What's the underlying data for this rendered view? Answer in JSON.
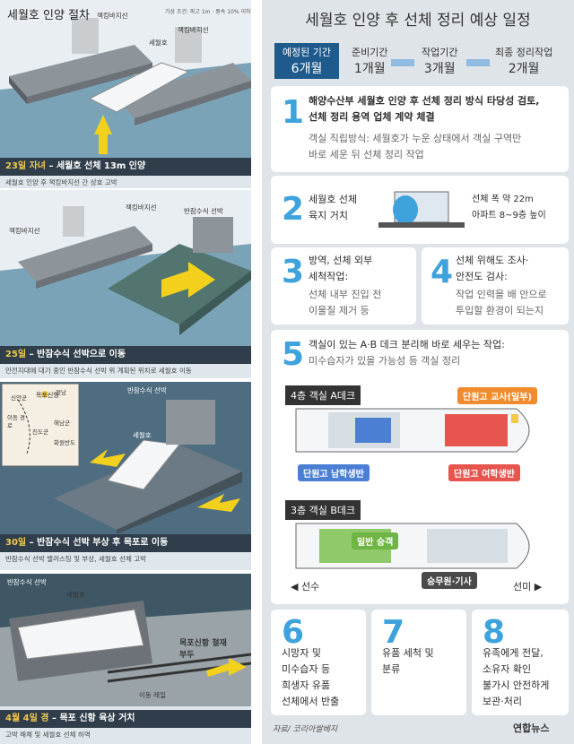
{
  "left": {
    "panel1_title": "세월호 인양 절차",
    "panel1_weather": "기상 조건: 파고 1m · 풍속 10% 이하",
    "label_jack_barge": "잭킹바지선",
    "label_sewol": "세월호",
    "caption1_date": "23일 자녀",
    "caption1_text": " – 세월호 선체 13m 인양",
    "sub1": "세월호 인양 후 잭킹바지선 간 상호 고박",
    "label_jack_barge2": "잭킹바지선",
    "label_semi": "반잠수식 선박",
    "caption2_date": "25일",
    "caption2_text": " – 반잠수식 선박으로 이동",
    "sub2": "안전지대에 대기 중인 반잠수식 선박 위 계획된 위치로 세월호 이동",
    "map_labels": [
      "이동 경로",
      "목포신항",
      "진도군",
      "해남군",
      "전남",
      "신안군",
      "화원반도"
    ],
    "label_semi2": "반잠수식 선박",
    "label_sewol3": "세월호",
    "caption3_date": "30일",
    "caption3_text": " – 반잠수식 선박 부상 후 목포로 이동",
    "sub3": "반잠수식 선박 밸러스팅 및 부상, 세월호 선체 고박",
    "label_semi3": "반잠수식 선박",
    "label_sewol4": "세월호",
    "label_port": "목포신항 철재부두",
    "label_rail": "이동 레일",
    "caption4_date": "4월 4일 경",
    "caption4_text": " – 목포 신항 육상 거치",
    "sub4": "고박 해체 및 세월호 선체 하역"
  },
  "right": {
    "title": "세월호 인양 후 선체 정리 예상 일정",
    "timeline": {
      "expected": "예정된 기간",
      "expected_val": "6개월",
      "prep": "준비기간",
      "prep_val": "1개월",
      "work": "작업기간",
      "work_val": "3개월",
      "final": "최종 정리작업",
      "final_val": "2개월"
    },
    "s1": {
      "num": "1",
      "t1": "해양수산부 세월호 인양 후 선체 정리 방식 타당성 검토,",
      "t2": "선체 정리 용역 업체 계약 체결",
      "g1": "객실 직립방식: 세월호가 누운 상태에서 객실 구역만",
      "g2": "바로 세운 뒤 선체 정리 작업"
    },
    "s2": {
      "num": "2",
      "t1": "세월호 선체",
      "t2": "육지 거치",
      "n1": "선체 폭 약 22m",
      "n2": "아파트 8~9층 높이"
    },
    "s3": {
      "num": "3",
      "t1": "방역, 선체 외부",
      "t2": "세척작업:",
      "g1": "선체 내부 진입 전",
      "g2": "이물질 제거 등"
    },
    "s4": {
      "num": "4",
      "t1": "선체 위해도 조사·",
      "t2": "안전도 검사:",
      "g1": "작업 인력을 배 안으로",
      "g2": "투입할 환경이 되는지"
    },
    "s5": {
      "num": "5",
      "t1": "객실이 있는 A·B 데크 분리해 바로 세우는 작업:",
      "g1": "미수습자가 있을 가능성 등 객실 정리",
      "deck4": "4층 객실 A데크",
      "teacher": "단원고 교사(일부)",
      "boys": "단원고 남학생반",
      "girls": "단원고 여학생반",
      "deck3": "3층 객실 B데크",
      "general": "일반 승객",
      "crew": "승무원·기사",
      "bow": "선수",
      "stern": "선미"
    },
    "s6": {
      "num": "6",
      "l1": "시망자 및",
      "l2": "미수습자 등",
      "l3": "희생자 유품",
      "l4": "선체에서 반출"
    },
    "s7": {
      "num": "7",
      "l1": "유품 세척 및",
      "l2": "분류"
    },
    "s8": {
      "num": "8",
      "l1": "유족에게 전달,",
      "l2": "소유자 확인",
      "l3": "불가시 안전하게",
      "l4": "보관·처리"
    },
    "source": "자료/ 코리아쌀베지",
    "logo": "연합뉴스"
  },
  "colors": {
    "accent": "#3ea2dd",
    "navy": "#1f5a8c",
    "green": "#6fb545",
    "orange": "#f08c2e",
    "blue": "#4a7fd4",
    "red": "#e8554e"
  }
}
